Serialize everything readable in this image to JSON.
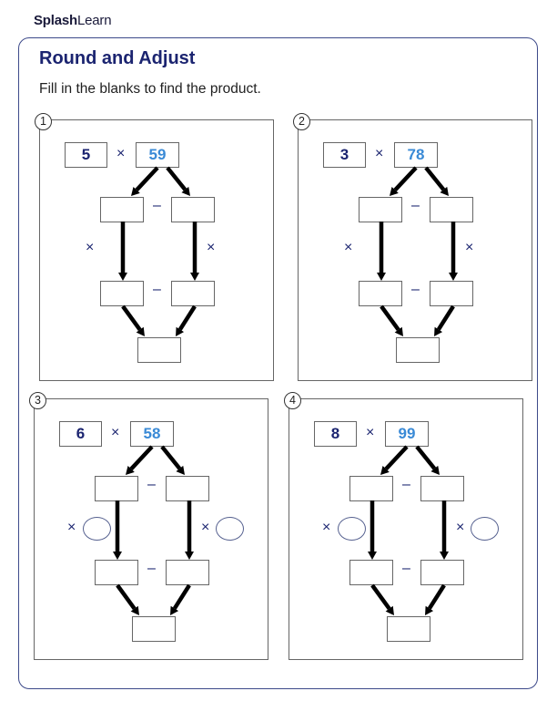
{
  "brand": {
    "bold": "Splash",
    "light": "Learn"
  },
  "title": "Round and Adjust",
  "instruction": "Fill in the blanks to find the product.",
  "colors": {
    "title": "#1b2470",
    "multiplicand": "#1b2470",
    "multiplier": "#3a8ad6",
    "border": "#3d4a8a"
  },
  "symbols": {
    "times": "×",
    "minus": "–"
  },
  "problems": [
    {
      "number": "1",
      "a": "5",
      "b": "59",
      "has_circles": false
    },
    {
      "number": "2",
      "a": "3",
      "b": "78",
      "has_circles": false
    },
    {
      "number": "3",
      "a": "6",
      "b": "58",
      "has_circles": true
    },
    {
      "number": "4",
      "a": "8",
      "b": "99",
      "has_circles": true
    }
  ]
}
